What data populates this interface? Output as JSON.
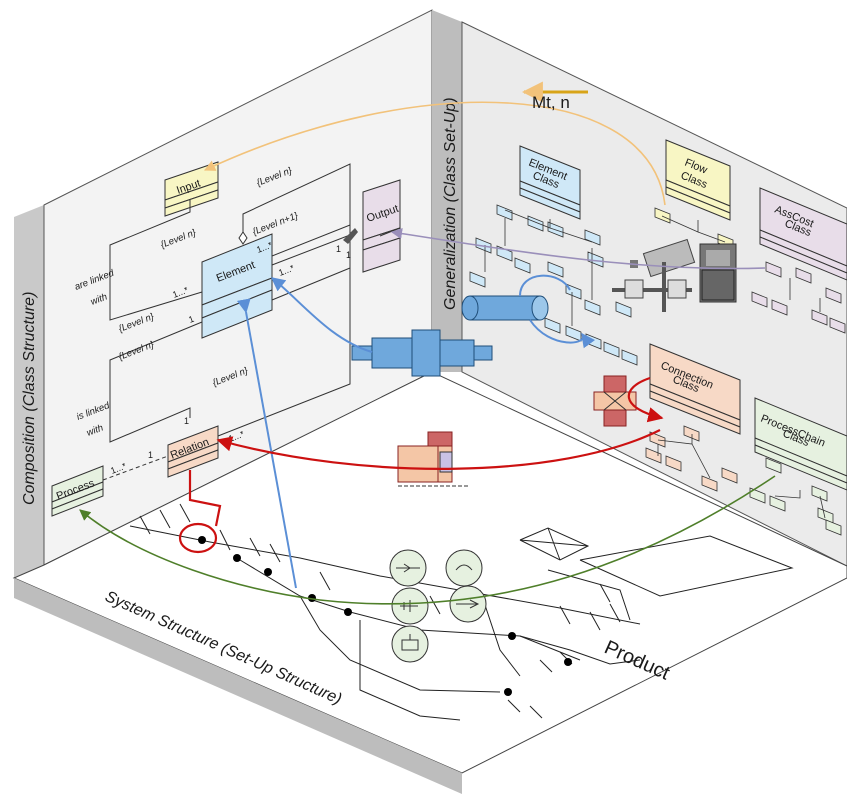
{
  "walls": {
    "left": "Composition (Class Structure)",
    "middle": "Generalization (Class Set-Up)",
    "floor": "System Structure (Set-Up Structure)"
  },
  "uml": {
    "input": "Input",
    "output": "Output",
    "element": "Element",
    "relation": "Relation",
    "process": "Process",
    "level_n": "{Level n}",
    "level_n1": "{Level n+1}",
    "are_linked": "are linked",
    "is_linked": "is linked",
    "with": "with",
    "mult_many": "1...*",
    "mult_one": "1"
  },
  "classes": {
    "element_class": [
      "Element",
      "Class"
    ],
    "flow_class": [
      "Flow",
      "Class"
    ],
    "asscost_class": [
      "AssCost",
      "Class"
    ],
    "connection_class": [
      "Connection",
      "Class"
    ],
    "processchain_class": [
      "ProcessChain",
      "Class"
    ]
  },
  "annotations": {
    "mt": "Mt, n",
    "product": "Product"
  },
  "colors": {
    "class_blue": "#cfe8f7",
    "class_yellow": "#f8f6c4",
    "class_purple": "#e8dde9",
    "class_salmon": "#f7d9c6",
    "class_green": "#e6f1e0",
    "arrow_blue": "#5b8fd6",
    "arrow_red": "#cc1111",
    "arrow_green": "#4f7f2a",
    "arrow_orange": "#f2c27a",
    "arrow_lavender": "#9a8fba"
  }
}
